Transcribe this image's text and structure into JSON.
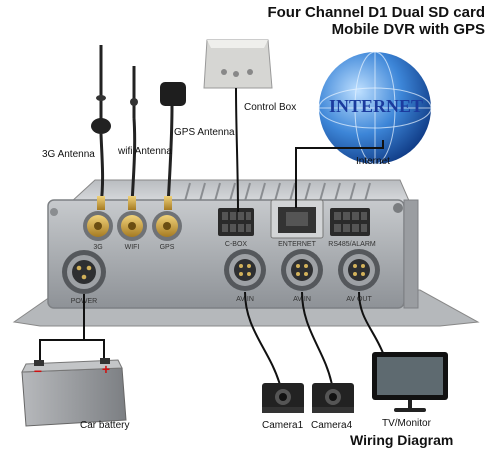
{
  "title": {
    "line1": "Four Channel D1 Dual SD card",
    "line2": "Mobile DVR with GPS"
  },
  "labels": {
    "antenna_3g": "3G Antenna",
    "antenna_wifi": "wifi Antenna",
    "antenna_gps": "GPS Antenna",
    "control_box": "Control Box",
    "internet": "Internet",
    "internet_globe": "INTERNET",
    "car_battery": "Car battery",
    "camera1": "Camera1",
    "camera4": "Camera4",
    "tv_monitor": "TV/Monitor"
  },
  "ports": {
    "p3g": "3G",
    "wifi": "WIFI",
    "gps": "GPS",
    "cbox": "C-BOX",
    "ethernet": "ENTERNET",
    "rs485": "RS485/ALARM",
    "power": "POWER",
    "av_in": "AV IN",
    "av_out": "AV OUT"
  },
  "footer": "Wiring Diagram",
  "colors": {
    "dvr_body": "#a9acb0",
    "connector_gold": "#c8a24a",
    "globe_blue": "#2f6fc9",
    "battery_gray": "#8d8f92"
  }
}
